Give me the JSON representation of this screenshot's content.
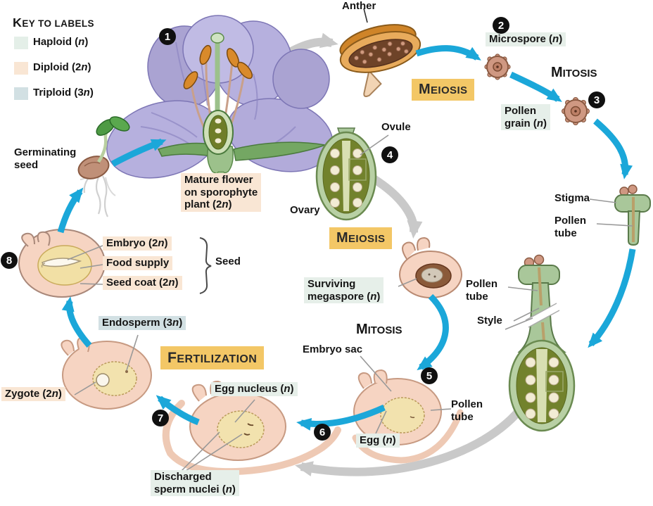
{
  "legend": {
    "title": "KEY TO LABELS",
    "items": [
      {
        "label": "Haploid (n)",
        "color": "#e4efe8"
      },
      {
        "label": "Diploid (2n)",
        "color": "#f9e6d4"
      },
      {
        "label": "Triploid (3n)",
        "color": "#d2e0e3"
      }
    ]
  },
  "steps": [
    "1",
    "2",
    "3",
    "4",
    "5",
    "6",
    "7",
    "8"
  ],
  "process": {
    "meiosis_anther": "MEIOSIS",
    "mitosis_pollen": "MITOSIS",
    "meiosis_ovule": "MEIOSIS",
    "mitosis_megaspore": "MITOSIS",
    "fertilization": "FERTILIZATION"
  },
  "labels": {
    "anther": "Anther",
    "microspore": "Microspore (n)",
    "pollen_grain": "Pollen\ngrain (n)",
    "stigma": "Stigma",
    "pollen_tube_stigma": "Pollen\ntube",
    "pollen_tube_style": "Pollen\ntube",
    "style": "Style",
    "ovule": "Ovule",
    "ovary": "Ovary",
    "surviving_megaspore": "Surviving\nmegaspore (n)",
    "embryo_sac": "Embryo sac",
    "pollen_tube_embryo_sac": "Pollen\ntube",
    "egg": "Egg (n)",
    "egg_nucleus": "Egg nucleus (n)",
    "discharged_sperm_nuclei": "Discharged\nsperm nuclei (n)",
    "zygote": "Zygote (2n)",
    "endosperm": "Endosperm (3n)",
    "embryo": "Embryo (2n)",
    "food_supply": "Food supply",
    "seed_coat": "Seed coat (2n)",
    "seed": "Seed",
    "seed_bracket": "}",
    "germinating_seed": "Germinating\nseed",
    "mature_flower": "Mature flower\non sporophyte\nplant (2n)"
  },
  "colors": {
    "cycle_arrow_blue": "#1ba7d9",
    "transition_arrow_gray": "#c9c9c9",
    "process_box": "#f3c766",
    "haploid_bg": "#e4efe8",
    "diploid_bg": "#f9e6d4",
    "triploid_bg": "#d2e0e3",
    "badge": "#101010"
  }
}
